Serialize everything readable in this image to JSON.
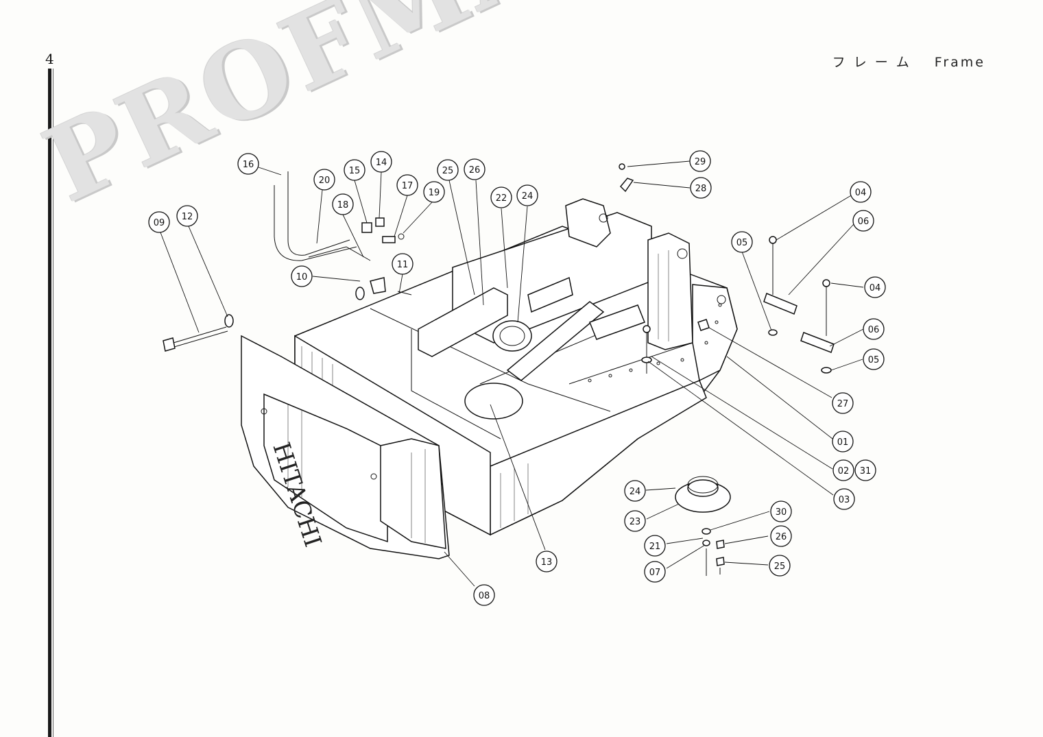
{
  "page": {
    "number": "4",
    "title_jp": "フ レ ー ム",
    "title_en": "Frame",
    "watermark": "PROFMANUAL"
  },
  "emblem": {
    "counterweight_text": "HITACHI"
  },
  "callouts": [
    {
      "id": "16",
      "label": "16"
    },
    {
      "id": "20",
      "label": "20"
    },
    {
      "id": "15",
      "label": "15"
    },
    {
      "id": "14",
      "label": "14"
    },
    {
      "id": "17",
      "label": "17"
    },
    {
      "id": "19",
      "label": "19"
    },
    {
      "id": "18",
      "label": "18"
    },
    {
      "id": "09",
      "label": "09"
    },
    {
      "id": "12",
      "label": "12"
    },
    {
      "id": "10",
      "label": "10"
    },
    {
      "id": "11",
      "label": "11"
    },
    {
      "id": "25a",
      "label": "25"
    },
    {
      "id": "26a",
      "label": "26"
    },
    {
      "id": "22",
      "label": "22"
    },
    {
      "id": "24a",
      "label": "24"
    },
    {
      "id": "29",
      "label": "29"
    },
    {
      "id": "28",
      "label": "28"
    },
    {
      "id": "04a",
      "label": "04"
    },
    {
      "id": "06a",
      "label": "06"
    },
    {
      "id": "05a",
      "label": "05"
    },
    {
      "id": "04b",
      "label": "04"
    },
    {
      "id": "06b",
      "label": "06"
    },
    {
      "id": "05b",
      "label": "05"
    },
    {
      "id": "27",
      "label": "27"
    },
    {
      "id": "01",
      "label": "01"
    },
    {
      "id": "02",
      "label": "02"
    },
    {
      "id": "31",
      "label": "31"
    },
    {
      "id": "03",
      "label": "03"
    },
    {
      "id": "24b",
      "label": "24"
    },
    {
      "id": "23",
      "label": "23"
    },
    {
      "id": "30",
      "label": "30"
    },
    {
      "id": "21",
      "label": "21"
    },
    {
      "id": "26b",
      "label": "26"
    },
    {
      "id": "07",
      "label": "07"
    },
    {
      "id": "25b",
      "label": "25"
    },
    {
      "id": "13",
      "label": "13"
    },
    {
      "id": "08",
      "label": "08"
    }
  ]
}
